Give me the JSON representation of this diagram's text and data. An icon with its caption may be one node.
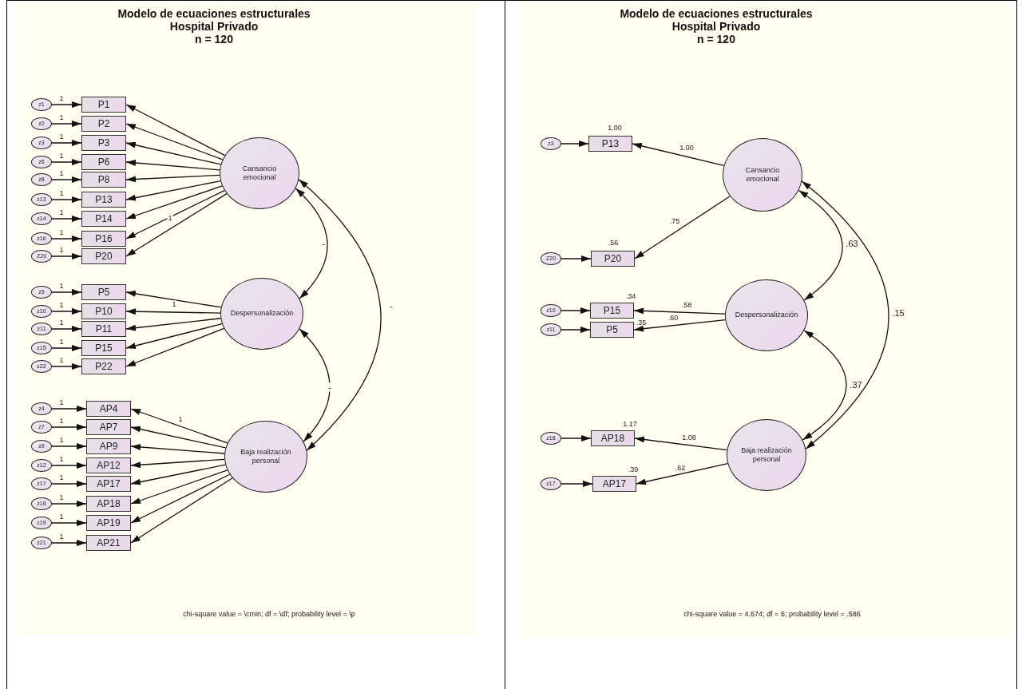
{
  "diagram": {
    "nodes": [
      {
        "text": [
          "z1"
        ]
      },
      {
        "text": [
          "P1"
        ]
      },
      {
        "text": [
          "z2"
        ]
      },
      {
        "text": [
          "P2"
        ]
      },
      {
        "text": [
          "z3"
        ]
      },
      {
        "text": [
          "P3"
        ]
      },
      {
        "text": [
          "z6"
        ]
      },
      {
        "text": [
          "P6"
        ]
      },
      {
        "text": [
          "z8"
        ]
      },
      {
        "text": [
          "P8"
        ]
      },
      {
        "text": [
          "z13"
        ]
      },
      {
        "text": [
          "P13"
        ]
      },
      {
        "text": [
          "z14"
        ]
      },
      {
        "text": [
          "P14"
        ]
      },
      {
        "text": [
          "z16"
        ]
      },
      {
        "text": [
          "P16"
        ]
      },
      {
        "text": [
          "Z20"
        ]
      },
      {
        "text": [
          "P20"
        ]
      },
      {
        "text": [
          "z5"
        ]
      },
      {
        "text": [
          "P5"
        ]
      },
      {
        "text": [
          "z10"
        ]
      },
      {
        "text": [
          "P10"
        ]
      },
      {
        "text": [
          "z11"
        ]
      },
      {
        "text": [
          "P11"
        ]
      },
      {
        "text": [
          "z15"
        ]
      },
      {
        "text": [
          "P15"
        ]
      },
      {
        "text": [
          "z22"
        ]
      },
      {
        "text": [
          "P22"
        ]
      },
      {
        "text": [
          "z4"
        ]
      },
      {
        "text": [
          "AP4"
        ]
      },
      {
        "text": [
          "z7"
        ]
      },
      {
        "text": [
          "AP7"
        ]
      },
      {
        "text": [
          "z9"
        ]
      },
      {
        "text": [
          "AP9"
        ]
      },
      {
        "text": [
          "z12"
        ]
      },
      {
        "text": [
          "AP12"
        ]
      },
      {
        "text": [
          "z17"
        ]
      },
      {
        "text": [
          "AP17"
        ]
      },
      {
        "text": [
          "z18"
        ]
      },
      {
        "text": [
          "AP18"
        ]
      },
      {
        "text": [
          "z19"
        ]
      },
      {
        "text": [
          "AP19"
        ]
      },
      {
        "text": [
          "z21"
        ]
      },
      {
        "text": [
          "AP21"
        ]
      },
      {
        "text": [
          "Cansancio emocional"
        ]
      },
      {
        "text": [
          "Despersonalización"
        ]
      },
      {
        "text": [
          "Baja realización personal"
        ]
      },
      {
        "text": [
          "z3"
        ]
      },
      {
        "text": [
          "P13"
        ],
        "beside": [
          "1.00"
        ]
      },
      {
        "text": [
          "Z20"
        ]
      },
      {
        "text": [
          "P20"
        ],
        "beside": [
          ".56"
        ]
      },
      {
        "text": [
          "z10"
        ]
      },
      {
        "text": [
          "P15"
        ],
        "beside": [
          ".34"
        ]
      },
      {
        "text": [
          "z11"
        ]
      },
      {
        "text": [
          "P5"
        ],
        "beside": [
          ".35"
        ]
      },
      {
        "text": [
          "z18"
        ]
      },
      {
        "text": [
          "AP18"
        ],
        "beside": [
          "1.17"
        ]
      },
      {
        "text": [
          "z17"
        ]
      },
      {
        "text": [
          "AP17"
        ],
        "beside": [
          ".39"
        ]
      },
      {
        "text": [
          "Cansancio emocional"
        ]
      },
      {
        "text": [
          "Despersonalización"
        ]
      },
      {
        "text": [
          "Baja realización personal"
        ]
      }
    ],
    "edges": [
      {
        "from": 0,
        "to": 1,
        "arrow": "to",
        "label": "1"
      },
      {
        "from": 2,
        "to": 3,
        "arrow": "to",
        "label": "1"
      },
      {
        "from": 4,
        "to": 5,
        "arrow": "to",
        "label": "1"
      },
      {
        "from": 6,
        "to": 7,
        "arrow": "to",
        "label": "1"
      },
      {
        "from": 8,
        "to": 9,
        "arrow": "to",
        "label": "1"
      },
      {
        "from": 10,
        "to": 11,
        "arrow": "to",
        "label": "1"
      },
      {
        "from": 12,
        "to": 13,
        "arrow": "to",
        "label": "1"
      },
      {
        "from": 14,
        "to": 15,
        "arrow": "to",
        "label": "1"
      },
      {
        "from": 16,
        "to": 17,
        "arrow": "to",
        "label": "1"
      },
      {
        "from": 18,
        "to": 19,
        "arrow": "to",
        "label": "1"
      },
      {
        "from": 20,
        "to": 21,
        "arrow": "to",
        "label": "1"
      },
      {
        "from": 22,
        "to": 23,
        "arrow": "to",
        "label": "1"
      },
      {
        "from": 24,
        "to": 25,
        "arrow": "to",
        "label": "1"
      },
      {
        "from": 26,
        "to": 27,
        "arrow": "to",
        "label": "1"
      },
      {
        "from": 28,
        "to": 29,
        "arrow": "to",
        "label": "1"
      },
      {
        "from": 30,
        "to": 31,
        "arrow": "to",
        "label": "1"
      },
      {
        "from": 32,
        "to": 33,
        "arrow": "to",
        "label": "1"
      },
      {
        "from": 34,
        "to": 35,
        "arrow": "to",
        "label": "1"
      },
      {
        "from": 36,
        "to": 37,
        "arrow": "to",
        "label": "1"
      },
      {
        "from": 38,
        "to": 39,
        "arrow": "to",
        "label": "1"
      },
      {
        "from": 40,
        "to": 41,
        "arrow": "to",
        "label": "1"
      },
      {
        "from": 42,
        "to": 43,
        "arrow": "to",
        "label": "1"
      },
      {
        "from": 44,
        "to": 1,
        "arrow": "to"
      },
      {
        "from": 44,
        "to": 3,
        "arrow": "to"
      },
      {
        "from": 44,
        "to": 5,
        "arrow": "to"
      },
      {
        "from": 44,
        "to": 7,
        "arrow": "to"
      },
      {
        "from": 44,
        "to": 9,
        "arrow": "to"
      },
      {
        "from": 44,
        "to": 11,
        "arrow": "to"
      },
      {
        "from": 44,
        "to": 13,
        "arrow": "to"
      },
      {
        "from": 44,
        "to": 15,
        "arrow": "to"
      },
      {
        "from": 44,
        "to": 17,
        "arrow": "to",
        "label": "1"
      },
      {
        "from": 45,
        "to": 19,
        "arrow": "to"
      },
      {
        "from": 45,
        "to": 21,
        "arrow": "to",
        "label": "1"
      },
      {
        "from": 45,
        "to": 23,
        "arrow": "to"
      },
      {
        "from": 45,
        "to": 25,
        "arrow": "to"
      },
      {
        "from": 45,
        "to": 27,
        "arrow": "to"
      },
      {
        "from": 46,
        "to": 29,
        "arrow": "to",
        "label": "1"
      },
      {
        "from": 46,
        "to": 31,
        "arrow": "to"
      },
      {
        "from": 46,
        "to": 33,
        "arrow": "to"
      },
      {
        "from": 46,
        "to": 35,
        "arrow": "to"
      },
      {
        "from": 46,
        "to": 37,
        "arrow": "to"
      },
      {
        "from": 46,
        "to": 39,
        "arrow": "to"
      },
      {
        "from": 46,
        "to": 41,
        "arrow": "to"
      },
      {
        "from": 46,
        "to": 43,
        "arrow": "to"
      },
      {
        "from": 44,
        "to": 45,
        "arrow": "both",
        "label": "-"
      },
      {
        "from": 45,
        "to": 46,
        "arrow": "both",
        "label": "-"
      },
      {
        "from": 44,
        "to": 46,
        "arrow": "both",
        "label": "-"
      },
      {
        "from": 47,
        "to": 48,
        "arrow": "to"
      },
      {
        "from": 49,
        "to": 50,
        "arrow": "to"
      },
      {
        "from": 51,
        "to": 52,
        "arrow": "to"
      },
      {
        "from": 53,
        "to": 54,
        "arrow": "to"
      },
      {
        "from": 55,
        "to": 56,
        "arrow": "to"
      },
      {
        "from": 57,
        "to": 58,
        "arrow": "to"
      },
      {
        "from": 59,
        "to": 48,
        "arrow": "to",
        "label": "1.00"
      },
      {
        "from": 59,
        "to": 50,
        "arrow": "to",
        "label": ".75"
      },
      {
        "from": 60,
        "to": 52,
        "arrow": "to",
        "label": ".58"
      },
      {
        "from": 60,
        "to": 54,
        "arrow": "to",
        "label": ".60"
      },
      {
        "from": 61,
        "to": 56,
        "arrow": "to",
        "label": "1.08"
      },
      {
        "from": 61,
        "to": 58,
        "arrow": "to",
        "label": ".62"
      },
      {
        "from": 59,
        "to": 60,
        "arrow": "both",
        "label": ".63"
      },
      {
        "from": 60,
        "to": 61,
        "arrow": "both",
        "label": ".37"
      },
      {
        "from": 59,
        "to": 61,
        "arrow": "both",
        "label": ".15"
      }
    ],
    "labels": [
      "Modelo de ecuaciones estructurales",
      "Hospital Privado",
      "n = 120",
      "Modelo de ecuaciones estructurales",
      "Hospital Privado",
      "n = 120",
      "chi-square value = \\cmin; df = \\df; probability level = \\p",
      "chi-square value = 4.674; df = 6; probability level = .586"
    ]
  }
}
